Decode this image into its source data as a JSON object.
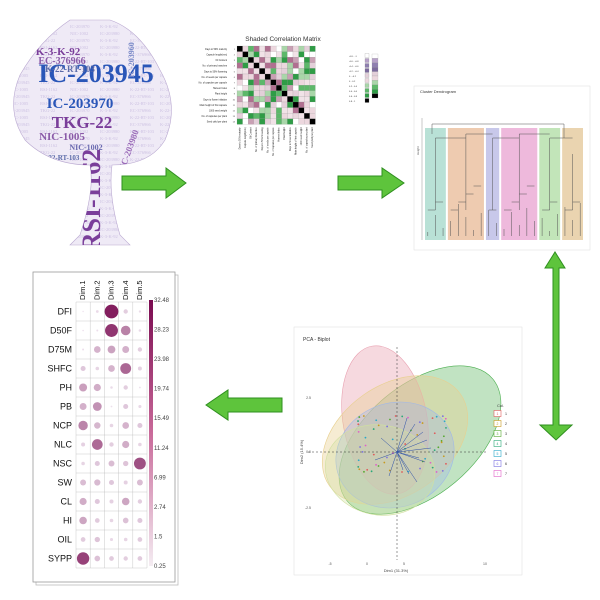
{
  "colors": {
    "arrow_fill": "#5ec43c",
    "arrow_stroke": "#2f8f1f",
    "heat_high": "#3a9e4a",
    "heat_low": "#c07a96",
    "diag": "#000000",
    "bubble": "#b01f6a"
  },
  "word_cloud": {
    "words": [
      {
        "text": "IC-203945",
        "color": "#2a56b8"
      },
      {
        "text": "TKG-22",
        "color": "#7a3e9a"
      },
      {
        "text": "IC-203970",
        "color": "#2a56b8"
      },
      {
        "text": "K-3-K-92",
        "color": "#7a3e9a"
      },
      {
        "text": "EC-376966",
        "color": "#8a5aa8"
      },
      {
        "text": "K-22-RT-103",
        "color": "#5a6aa8"
      },
      {
        "text": "NIC-1005",
        "color": "#8a5aa8"
      },
      {
        "text": "RSI-1162",
        "color": "#7a3e9a"
      },
      {
        "text": "NIC-1002",
        "color": "#6a6ab0"
      },
      {
        "text": "IC-203980",
        "color": "#9a6ab8"
      },
      {
        "text": "K-22-RT-103",
        "color": "#5a6aa8"
      },
      {
        "text": "IC-203960",
        "color": "#7a8ac8"
      }
    ]
  },
  "correlation": {
    "title": "Shaded Correlation Matrix",
    "labels": [
      "Days to 50% maturity",
      "Capsule length(mm)",
      "Oil Content",
      "No. of primary branches",
      "Days to 50% flowering",
      "No. of seeds per capsule",
      "No. of capsules per capsule",
      "Harvest Index",
      "Plant height",
      "Days to flower initiation",
      "Main height of first capsule",
      "1000 seed weight",
      "No. of capsules per plant",
      "Seed yield per plant"
    ],
    "legend": [
      {
        "label": "-0.8 - -1",
        "color": "#ffffff"
      },
      {
        "label": "-0.6 - -0.8",
        "color": "#b7a1c9"
      },
      {
        "label": "-0.4 - -0.6",
        "color": "#8f7fb0"
      },
      {
        "label": "-0.2 - -0.4",
        "color": "#7c6a9d"
      },
      {
        "label": "0 - -0.2",
        "color": "#e3cfd9"
      },
      {
        "label": "0 - 0.2",
        "color": "#ecd7de"
      },
      {
        "label": "0.2 - 0.4",
        "color": "#a9d6a9"
      },
      {
        "label": "0.4 - 0.6",
        "color": "#5db86a"
      },
      {
        "label": "0.6 - 0.8",
        "color": "#2f9c46"
      },
      {
        "label": "0.8 - 1",
        "color": "#000000"
      }
    ]
  },
  "dendrogram": {
    "title": "Cluster Dendrogram",
    "ylabel": "Height",
    "clusters": [
      {
        "color": "#7fc9b4",
        "leaves": 3
      },
      {
        "color": "#e0a070",
        "leaves": 5
      },
      {
        "color": "#9a9ad8",
        "leaves": 2
      },
      {
        "color": "#e080c0",
        "leaves": 5
      },
      {
        "color": "#90d080",
        "leaves": 3
      },
      {
        "color": "#d8b070",
        "leaves": 3
      }
    ]
  },
  "pca": {
    "title": "PCA - Biplot",
    "xlabel": "Dim1 (31.3%)",
    "ylabel": "Dim2 (15.4%)",
    "x_ticks": [
      "-5",
      "0",
      "5",
      "10"
    ],
    "y_ticks": [
      "2.5",
      "0.0",
      "-2.5"
    ],
    "legend_title": "Col.",
    "legend": [
      {
        "label": "1",
        "color": "#e05a5a"
      },
      {
        "label": "2",
        "color": "#c79a1f"
      },
      {
        "label": "3",
        "color": "#55a830"
      },
      {
        "label": "4",
        "color": "#2aa878"
      },
      {
        "label": "5",
        "color": "#2aa8c8"
      },
      {
        "label": "6",
        "color": "#7a70e0"
      },
      {
        "label": "7",
        "color": "#e060c8"
      }
    ],
    "ellipses": [
      {
        "color": "#4caf50",
        "opacity": 0.35
      },
      {
        "color": "#e8a0b0",
        "opacity": 0.4
      },
      {
        "color": "#e8d090",
        "opacity": 0.4
      },
      {
        "color": "#a0b8e8",
        "opacity": 0.35
      },
      {
        "color": "#d0e0a0",
        "opacity": 0.35
      }
    ]
  },
  "chart_data": {
    "type": "table",
    "columns": [
      "Dim.1",
      "Dim.2",
      "Dim.3",
      "Dim.4",
      "Dim.5"
    ],
    "rows": [
      "DFI",
      "D50F",
      "D75M",
      "SHFC",
      "PH",
      "PB",
      "NCP",
      "NLC",
      "NSC",
      "SW",
      "CL",
      "HI",
      "OIL",
      "SYPP"
    ],
    "values": [
      [
        0.3,
        1.2,
        29.5,
        3.0,
        0.8
      ],
      [
        0.4,
        0.6,
        26.0,
        14.5,
        1.0
      ],
      [
        0.6,
        7.0,
        9.5,
        7.5,
        3.0
      ],
      [
        4.0,
        2.0,
        7.0,
        18.5,
        2.5
      ],
      [
        10.0,
        8.0,
        1.0,
        3.0,
        0.5
      ],
      [
        7.5,
        12.0,
        0.5,
        4.0,
        1.5
      ],
      [
        14.0,
        6.5,
        2.0,
        7.0,
        4.0
      ],
      [
        2.5,
        18.0,
        3.0,
        8.0,
        2.0
      ],
      [
        2.0,
        4.0,
        5.5,
        4.5,
        22.0
      ],
      [
        5.5,
        6.0,
        4.0,
        2.5,
        5.5
      ],
      [
        8.0,
        4.0,
        2.5,
        9.0,
        3.0
      ],
      [
        9.0,
        3.5,
        2.0,
        5.0,
        4.0
      ],
      [
        3.5,
        4.5,
        1.5,
        2.0,
        3.5
      ],
      [
        24.0,
        5.0,
        3.5,
        3.0,
        3.5
      ]
    ],
    "colorbar_ticks": [
      "32.48",
      "28.23",
      "23.98",
      "19.74",
      "15.49",
      "11.24",
      "6.99",
      "2.74",
      "1.5",
      "0.25"
    ],
    "range": [
      0,
      32.48
    ]
  }
}
